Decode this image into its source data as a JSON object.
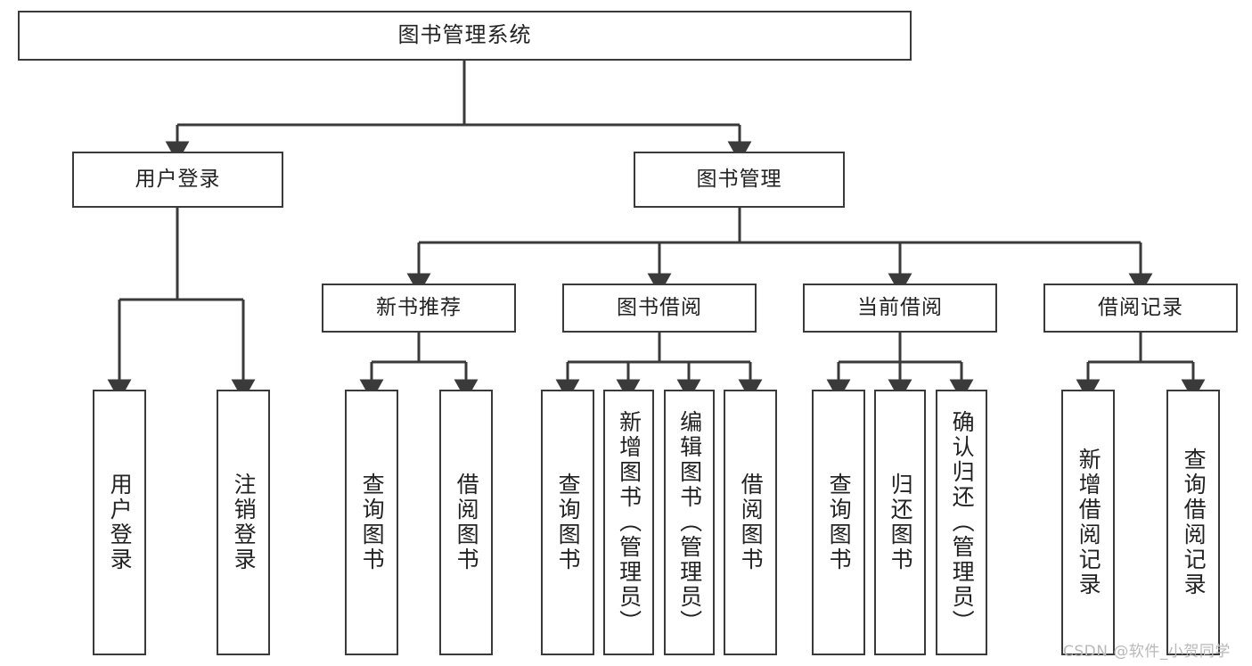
{
  "diagram": {
    "title": "图书管理系统",
    "type": "hierarchy-tree",
    "root": {
      "label": "图书管理系统"
    },
    "level2": [
      {
        "label": "用户登录"
      },
      {
        "label": "图书管理"
      }
    ],
    "level3": [
      {
        "label": "新书推荐"
      },
      {
        "label": "图书借阅"
      },
      {
        "label": "当前借阅"
      },
      {
        "label": "借阅记录"
      }
    ],
    "leaves": {
      "user_login": [
        {
          "label": "用户登录"
        },
        {
          "label": "注销登录"
        }
      ],
      "new_book_recommend": [
        {
          "label": "查询图书"
        },
        {
          "label": "借阅图书"
        }
      ],
      "book_borrow": [
        {
          "label": "查询图书"
        },
        {
          "label": "新增图书（管理员）"
        },
        {
          "label": "编辑图书（管理员）"
        },
        {
          "label": "借阅图书"
        }
      ],
      "current_borrow": [
        {
          "label": "查询图书"
        },
        {
          "label": "归还图书"
        },
        {
          "label": "确认归还（管理员）"
        }
      ],
      "borrow_record": [
        {
          "label": "新增借阅记录"
        },
        {
          "label": "查询借阅记录"
        }
      ]
    }
  },
  "watermark": {
    "text": "CSDN @软件_小贺同学"
  },
  "colors": {
    "stroke": "#3a3a3a",
    "fill": "#ffffff",
    "text": "#222222",
    "watermark": "#b9b9b9"
  }
}
